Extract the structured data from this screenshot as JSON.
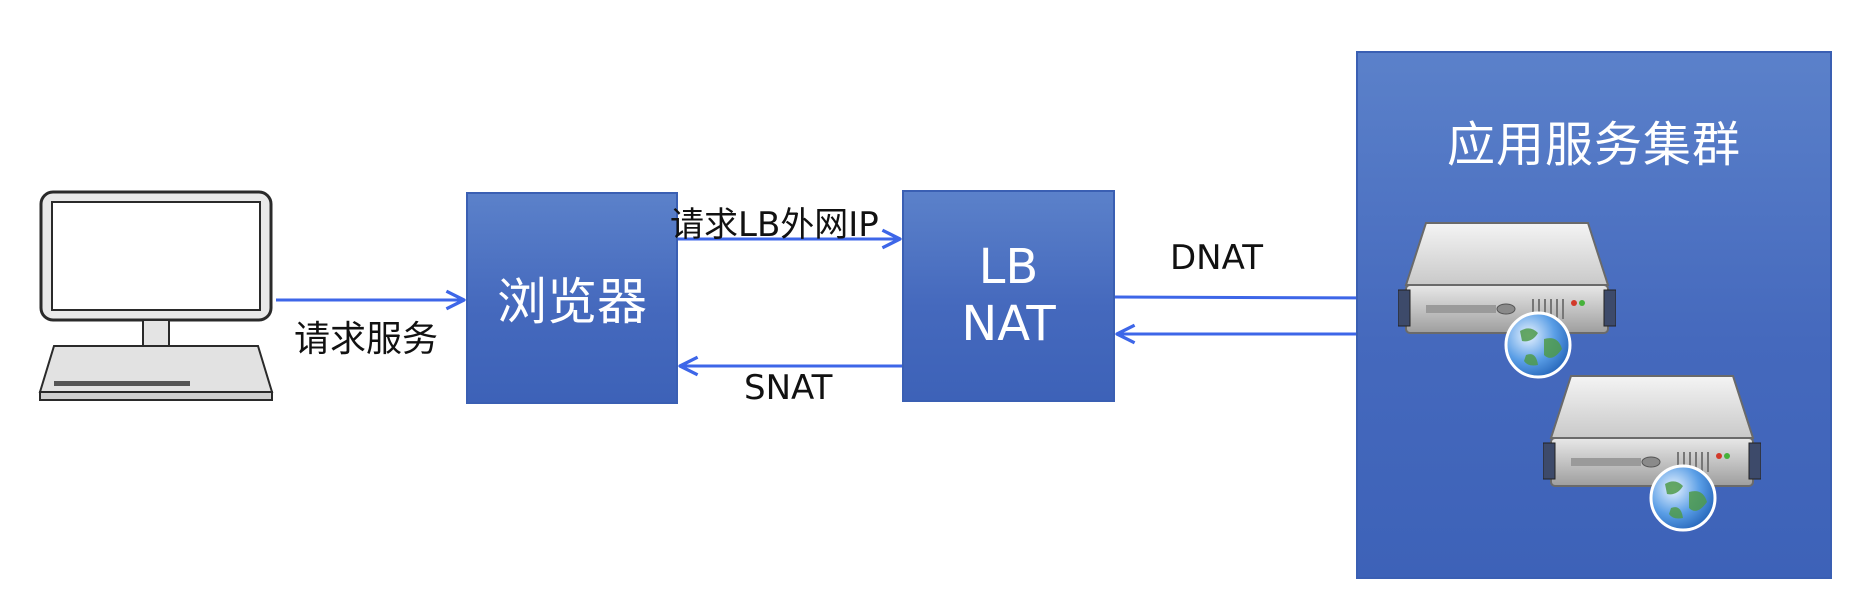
{
  "computer": {
    "icon": "desktop-computer-icon"
  },
  "browser": {
    "label": "浏览器"
  },
  "lb": {
    "line1": "LB",
    "line2": "NAT"
  },
  "cluster": {
    "title": "应用服务集群",
    "servers": [
      {
        "icon": "server-globe-icon"
      },
      {
        "icon": "server-globe-icon"
      }
    ]
  },
  "edges": {
    "request_service": "请求服务",
    "request_lb_ip": "请求LB外网IP",
    "snat": "SNAT",
    "dnat": "DNAT"
  },
  "colors": {
    "box_fill": "#4a6fc0",
    "arrow": "#3d66e8",
    "text": "#111111"
  }
}
